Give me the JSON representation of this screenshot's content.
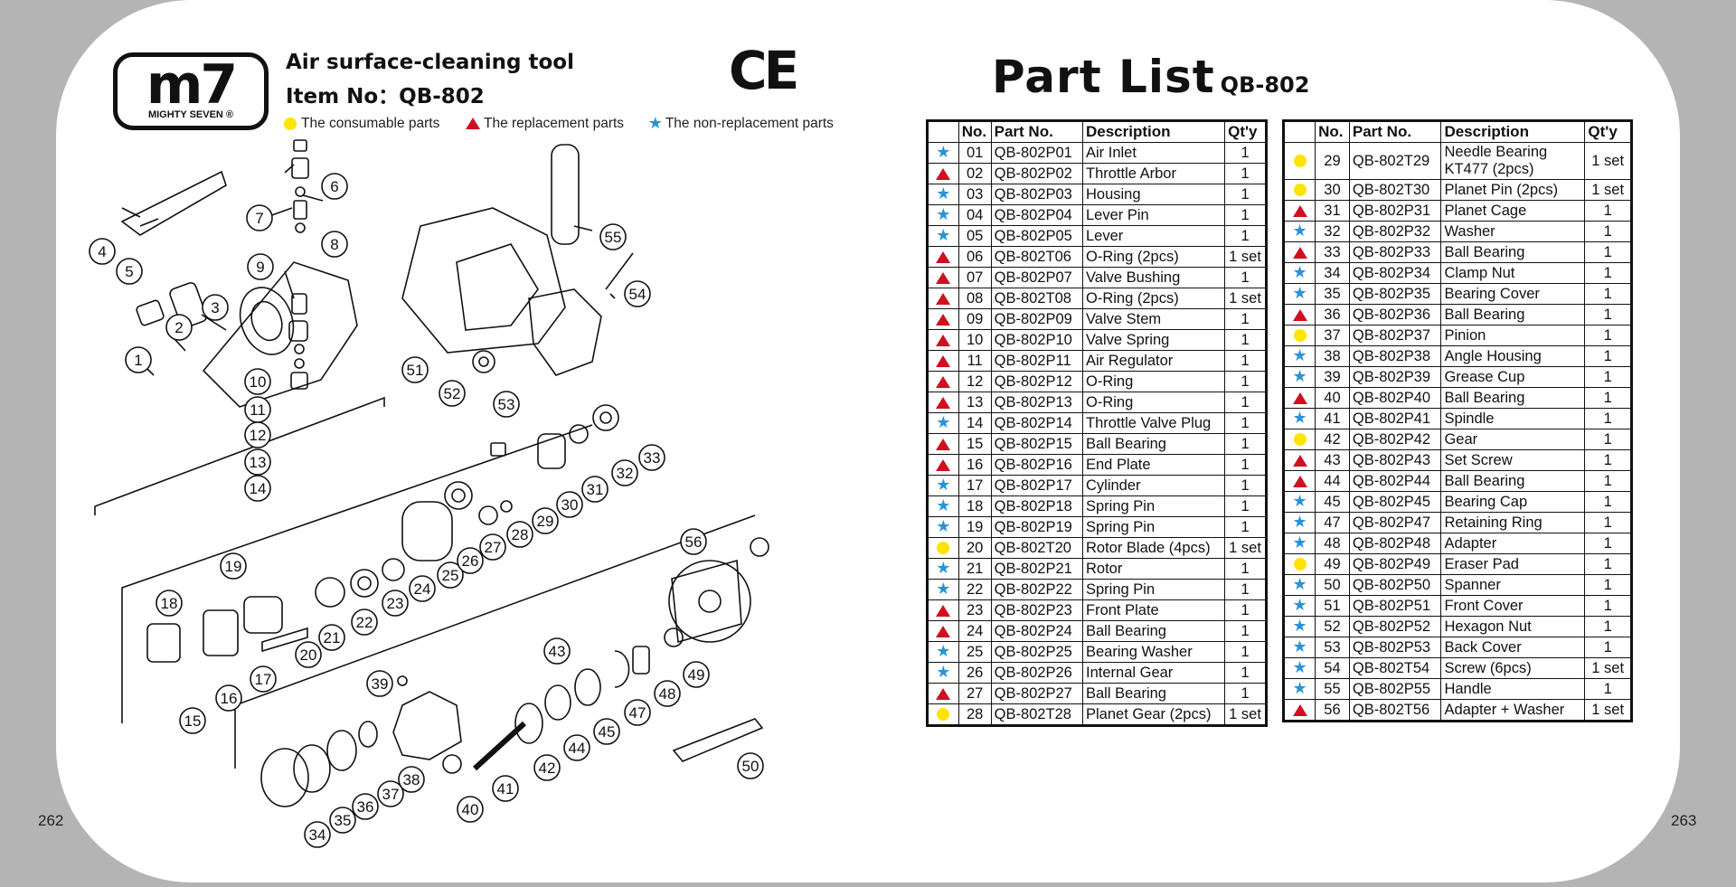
{
  "page": {
    "left_number": "262",
    "right_number": "263"
  },
  "brand": {
    "logo_text": "m7",
    "logo_sub": "MIGHTY SEVEN ®",
    "ce_mark": "CE"
  },
  "header": {
    "title": "Air surface-cleaning tool",
    "item_no": "Item No：QB-802"
  },
  "legend": {
    "consumable": "The consumable parts",
    "replacement": "The replacement parts",
    "non_replacement": "The non-replacement parts",
    "colors": {
      "consumable": "#ffe400",
      "replacement": "#d01020",
      "non_replacement": "#2a93d5"
    }
  },
  "part_list": {
    "title": "Part List",
    "model": "QB-802",
    "headers": {
      "no": "No.",
      "part": "Part No.",
      "desc": "Description",
      "qty": "Qt'y"
    },
    "rows": [
      {
        "type": "non_replacement",
        "no": "01",
        "part": "QB-802P01",
        "desc": "Air Inlet",
        "qty": "1"
      },
      {
        "type": "replacement",
        "no": "02",
        "part": "QB-802P02",
        "desc": "Throttle Arbor",
        "qty": "1"
      },
      {
        "type": "non_replacement",
        "no": "03",
        "part": "QB-802P03",
        "desc": "Housing",
        "qty": "1"
      },
      {
        "type": "non_replacement",
        "no": "04",
        "part": "QB-802P04",
        "desc": "Lever Pin",
        "qty": "1"
      },
      {
        "type": "non_replacement",
        "no": "05",
        "part": "QB-802P05",
        "desc": "Lever",
        "qty": "1"
      },
      {
        "type": "replacement",
        "no": "06",
        "part": "QB-802T06",
        "desc": "O-Ring (2pcs)",
        "qty": "1 set"
      },
      {
        "type": "replacement",
        "no": "07",
        "part": "QB-802P07",
        "desc": "Valve Bushing",
        "qty": "1"
      },
      {
        "type": "replacement",
        "no": "08",
        "part": "QB-802T08",
        "desc": "O-Ring (2pcs)",
        "qty": "1 set"
      },
      {
        "type": "replacement",
        "no": "09",
        "part": "QB-802P09",
        "desc": "Valve Stem",
        "qty": "1"
      },
      {
        "type": "replacement",
        "no": "10",
        "part": "QB-802P10",
        "desc": "Valve Spring",
        "qty": "1"
      },
      {
        "type": "replacement",
        "no": "11",
        "part": "QB-802P11",
        "desc": "Air Regulator",
        "qty": "1"
      },
      {
        "type": "replacement",
        "no": "12",
        "part": "QB-802P12",
        "desc": "O-Ring",
        "qty": "1"
      },
      {
        "type": "replacement",
        "no": "13",
        "part": "QB-802P13",
        "desc": "O-Ring",
        "qty": "1"
      },
      {
        "type": "non_replacement",
        "no": "14",
        "part": "QB-802P14",
        "desc": "Throttle Valve Plug",
        "qty": "1"
      },
      {
        "type": "replacement",
        "no": "15",
        "part": "QB-802P15",
        "desc": "Ball Bearing",
        "qty": "1"
      },
      {
        "type": "replacement",
        "no": "16",
        "part": "QB-802P16",
        "desc": "End Plate",
        "qty": "1"
      },
      {
        "type": "non_replacement",
        "no": "17",
        "part": "QB-802P17",
        "desc": "Cylinder",
        "qty": "1"
      },
      {
        "type": "non_replacement",
        "no": "18",
        "part": "QB-802P18",
        "desc": "Spring Pin",
        "qty": "1"
      },
      {
        "type": "non_replacement",
        "no": "19",
        "part": "QB-802P19",
        "desc": "Spring Pin",
        "qty": "1"
      },
      {
        "type": "consumable",
        "no": "20",
        "part": "QB-802T20",
        "desc": "Rotor Blade (4pcs)",
        "qty": "1 set"
      },
      {
        "type": "non_replacement",
        "no": "21",
        "part": "QB-802P21",
        "desc": "Rotor",
        "qty": "1"
      },
      {
        "type": "non_replacement",
        "no": "22",
        "part": "QB-802P22",
        "desc": "Spring Pin",
        "qty": "1"
      },
      {
        "type": "replacement",
        "no": "23",
        "part": "QB-802P23",
        "desc": "Front Plate",
        "qty": "1"
      },
      {
        "type": "replacement",
        "no": "24",
        "part": "QB-802P24",
        "desc": "Ball Bearing",
        "qty": "1"
      },
      {
        "type": "non_replacement",
        "no": "25",
        "part": "QB-802P25",
        "desc": "Bearing Washer",
        "qty": "1"
      },
      {
        "type": "non_replacement",
        "no": "26",
        "part": "QB-802P26",
        "desc": "Internal Gear",
        "qty": "1"
      },
      {
        "type": "replacement",
        "no": "27",
        "part": "QB-802P27",
        "desc": "Ball Bearing",
        "qty": "1"
      },
      {
        "type": "consumable",
        "no": "28",
        "part": "QB-802T28",
        "desc": "Planet Gear (2pcs)",
        "qty": "1 set"
      },
      {
        "type": "consumable",
        "no": "29",
        "part": "QB-802T29",
        "desc": "Needle Bearing KT477 (2pcs)",
        "qty": "1 set"
      },
      {
        "type": "consumable",
        "no": "30",
        "part": "QB-802T30",
        "desc": "Planet Pin (2pcs)",
        "qty": "1 set"
      },
      {
        "type": "replacement",
        "no": "31",
        "part": "QB-802P31",
        "desc": "Planet Cage",
        "qty": "1"
      },
      {
        "type": "non_replacement",
        "no": "32",
        "part": "QB-802P32",
        "desc": "Washer",
        "qty": "1"
      },
      {
        "type": "replacement",
        "no": "33",
        "part": "QB-802P33",
        "desc": "Ball Bearing",
        "qty": "1"
      },
      {
        "type": "non_replacement",
        "no": "34",
        "part": "QB-802P34",
        "desc": "Clamp Nut",
        "qty": "1"
      },
      {
        "type": "non_replacement",
        "no": "35",
        "part": "QB-802P35",
        "desc": "Bearing Cover",
        "qty": "1"
      },
      {
        "type": "replacement",
        "no": "36",
        "part": "QB-802P36",
        "desc": "Ball Bearing",
        "qty": "1"
      },
      {
        "type": "consumable",
        "no": "37",
        "part": "QB-802P37",
        "desc": "Pinion",
        "qty": "1"
      },
      {
        "type": "non_replacement",
        "no": "38",
        "part": "QB-802P38",
        "desc": "Angle Housing",
        "qty": "1"
      },
      {
        "type": "non_replacement",
        "no": "39",
        "part": "QB-802P39",
        "desc": "Grease Cup",
        "qty": "1"
      },
      {
        "type": "replacement",
        "no": "40",
        "part": "QB-802P40",
        "desc": "Ball Bearing",
        "qty": "1"
      },
      {
        "type": "non_replacement",
        "no": "41",
        "part": "QB-802P41",
        "desc": "Spindle",
        "qty": "1"
      },
      {
        "type": "consumable",
        "no": "42",
        "part": "QB-802P42",
        "desc": "Gear",
        "qty": "1"
      },
      {
        "type": "replacement",
        "no": "43",
        "part": "QB-802P43",
        "desc": "Set Screw",
        "qty": "1"
      },
      {
        "type": "replacement",
        "no": "44",
        "part": "QB-802P44",
        "desc": "Ball Bearing",
        "qty": "1"
      },
      {
        "type": "non_replacement",
        "no": "45",
        "part": "QB-802P45",
        "desc": "Bearing Cap",
        "qty": "1"
      },
      {
        "type": "non_replacement",
        "no": "47",
        "part": "QB-802P47",
        "desc": "Retaining Ring",
        "qty": "1"
      },
      {
        "type": "non_replacement",
        "no": "48",
        "part": "QB-802P48",
        "desc": "Adapter",
        "qty": "1"
      },
      {
        "type": "consumable",
        "no": "49",
        "part": "QB-802P49",
        "desc": "Eraser Pad",
        "qty": "1"
      },
      {
        "type": "non_replacement",
        "no": "50",
        "part": "QB-802P50",
        "desc": "Spanner",
        "qty": "1"
      },
      {
        "type": "non_replacement",
        "no": "51",
        "part": "QB-802P51",
        "desc": "Front Cover",
        "qty": "1"
      },
      {
        "type": "non_replacement",
        "no": "52",
        "part": "QB-802P52",
        "desc": "Hexagon Nut",
        "qty": "1"
      },
      {
        "type": "non_replacement",
        "no": "53",
        "part": "QB-802P53",
        "desc": "Back Cover",
        "qty": "1"
      },
      {
        "type": "non_replacement",
        "no": "54",
        "part": "QB-802T54",
        "desc": "Screw (6pcs)",
        "qty": "1 set"
      },
      {
        "type": "non_replacement",
        "no": "55",
        "part": "QB-802P55",
        "desc": "Handle",
        "qty": "1"
      },
      {
        "type": "replacement",
        "no": "56",
        "part": "QB-802T56",
        "desc": "Adapter + Washer",
        "qty": "1 set"
      }
    ]
  },
  "diagram": {
    "callouts": [
      "1",
      "2",
      "3",
      "4",
      "5",
      "6",
      "7",
      "8",
      "9",
      "10",
      "11",
      "12",
      "13",
      "14",
      "15",
      "16",
      "17",
      "18",
      "19",
      "20",
      "21",
      "22",
      "23",
      "24",
      "25",
      "26",
      "27",
      "28",
      "29",
      "30",
      "31",
      "32",
      "33",
      "34",
      "35",
      "36",
      "37",
      "38",
      "39",
      "40",
      "41",
      "42",
      "43",
      "44",
      "45",
      "47",
      "48",
      "49",
      "50",
      "51",
      "52",
      "53",
      "54",
      "55",
      "56"
    ]
  }
}
